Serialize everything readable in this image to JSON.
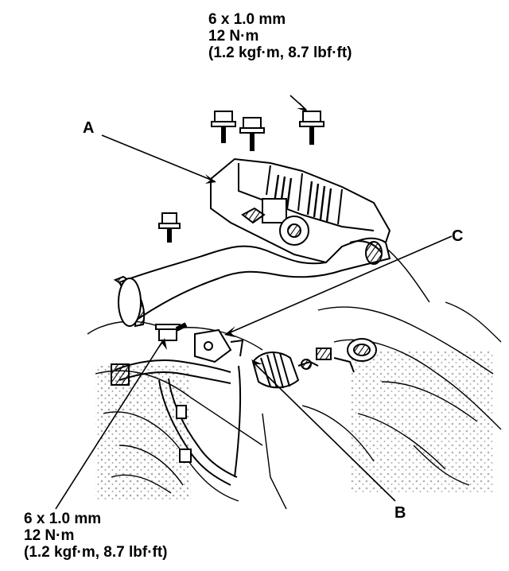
{
  "torque_top": {
    "line1": "6 x 1.0 mm",
    "line2": "12 N·m",
    "line3": "(1.2 kgf·m, 8.7 lbf·ft)"
  },
  "torque_bottom": {
    "line1": "6 x 1.0 mm",
    "line2": "12 N·m",
    "line3": "(1.2 kgf·m, 8.7 lbf·ft)"
  },
  "callouts": {
    "a": "A",
    "b": "B",
    "c": "C"
  },
  "colors": {
    "ink": "#000000",
    "paper": "#ffffff",
    "shade": "#d8d8d8"
  }
}
